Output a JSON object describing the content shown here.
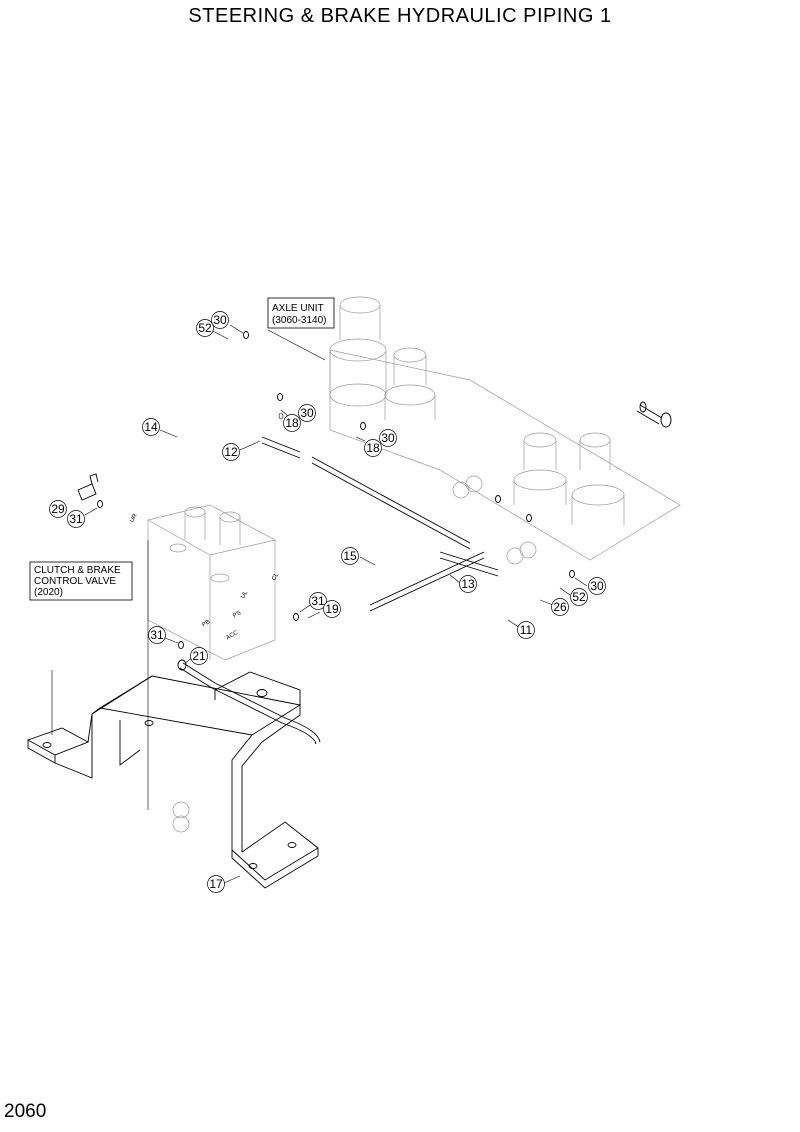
{
  "diagram": {
    "title": "STEERING & BRAKE HYDRAULIC PIPING 1",
    "page_number": "2060",
    "annotations": {
      "axle_unit": {
        "name": "AXLE UNIT",
        "ref": "(3060-3140)"
      },
      "control_valve": {
        "line1": "CLUTCH & BRAKE",
        "line2": "CONTROL VALVE",
        "ref": "(2020)"
      }
    },
    "port_labels": [
      "UR",
      "UL",
      "CL",
      "PS",
      "PB",
      "ACC"
    ],
    "callouts": [
      "52",
      "30",
      "18",
      "30",
      "18",
      "30",
      "14",
      "12",
      "29",
      "31",
      "15",
      "13",
      "30",
      "52",
      "26",
      "11",
      "31",
      "19",
      "31",
      "21",
      "17"
    ]
  }
}
